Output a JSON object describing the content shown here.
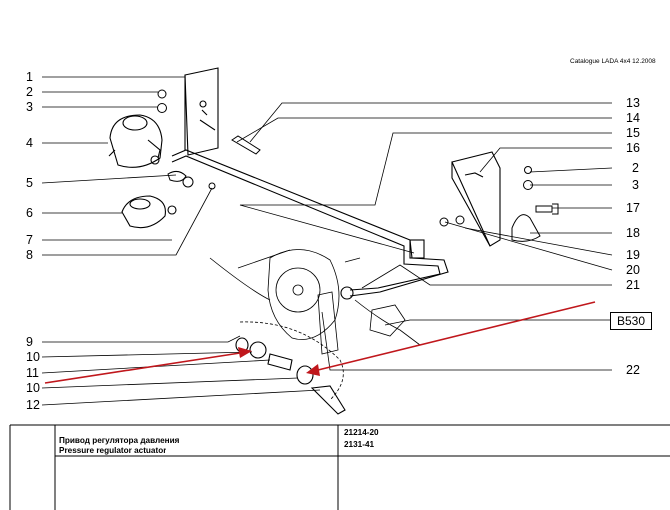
{
  "header": {
    "catalogue_text": "Catalogue LADA 4x4 12.2008"
  },
  "left_callouts": [
    "1",
    "2",
    "3",
    "4",
    "5",
    "6",
    "7",
    "8",
    "9",
    "10",
    "11",
    "10",
    "12"
  ],
  "right_callouts": [
    "13",
    "14",
    "15",
    "16",
    "2",
    "3",
    "17",
    "18",
    "19",
    "20",
    "21",
    "22"
  ],
  "reference_box": "B530",
  "title_block": {
    "title_ru": "Привод регулятора давления",
    "title_en": "Pressure regulator actuator",
    "code_1": "21214-20",
    "code_2": "2131-41"
  },
  "colors": {
    "line": "#000000",
    "annotation_arrow": "#c0171c",
    "background": "#ffffff"
  }
}
